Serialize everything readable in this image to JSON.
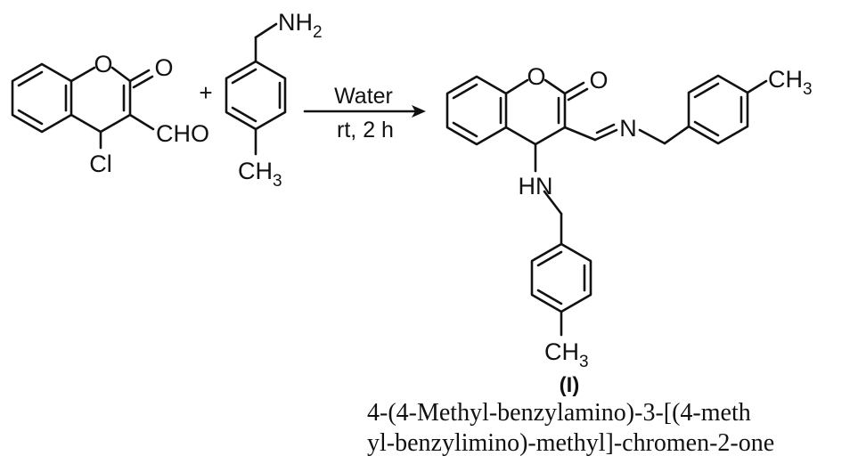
{
  "reactant1": {
    "ring_o": "O",
    "carbonyl_o": "O",
    "aldehyde": "CHO",
    "chloro": "Cl"
  },
  "plus_sign": "+",
  "reactant2": {
    "amine": "NH",
    "amine_sub": "2",
    "methyl": "CH",
    "methyl_sub": "3"
  },
  "arrow": {
    "reagent": "Water",
    "conditions": "rt, 2 h"
  },
  "product": {
    "ring_o": "O",
    "carbonyl_o": "O",
    "imine_n": "N",
    "amino": "HN",
    "methyl_top": "CH",
    "methyl_top_sub": "3",
    "methyl_bottom": "CH",
    "methyl_bottom_sub": "3",
    "label": "(I)",
    "name_line1": "4-(4-Methyl-benzylamino)-3-[(4-meth",
    "name_line2": "yl-benzylimino)-methyl]-chromen-2-one"
  }
}
